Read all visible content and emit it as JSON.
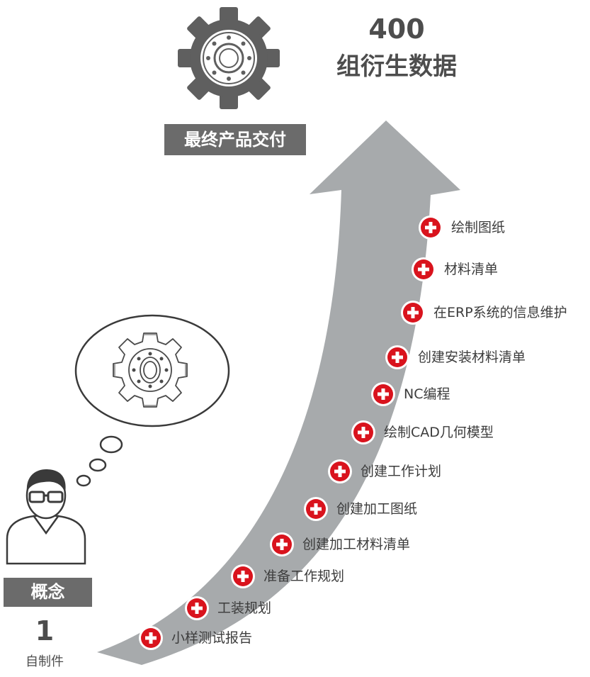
{
  "top": {
    "count": "400",
    "label": "组衍生数据",
    "delivery": "最终产品交付"
  },
  "bottom": {
    "concept": "概念",
    "count": "1",
    "label": "自制件"
  },
  "steps": [
    "绘制图纸",
    "材料清单",
    "在ERP系统的信息维护",
    "创建安装材料清单",
    "NC编程",
    "绘制CAD几何模型",
    "创建工作计划",
    "创建加工图纸",
    "创建加工材料清单",
    "准备工作规划",
    "工装规划",
    "小样测试报告"
  ],
  "icons": {
    "top": "gear-icon",
    "thought": "sketch-gear-icon",
    "person": "person-with-glasses-icon",
    "step": "red-plus-icon"
  },
  "colors": {
    "arrow": "#a7aaac",
    "badge": "#d9131d",
    "box": "#6b6b6b",
    "text": "#4a4a4a"
  }
}
